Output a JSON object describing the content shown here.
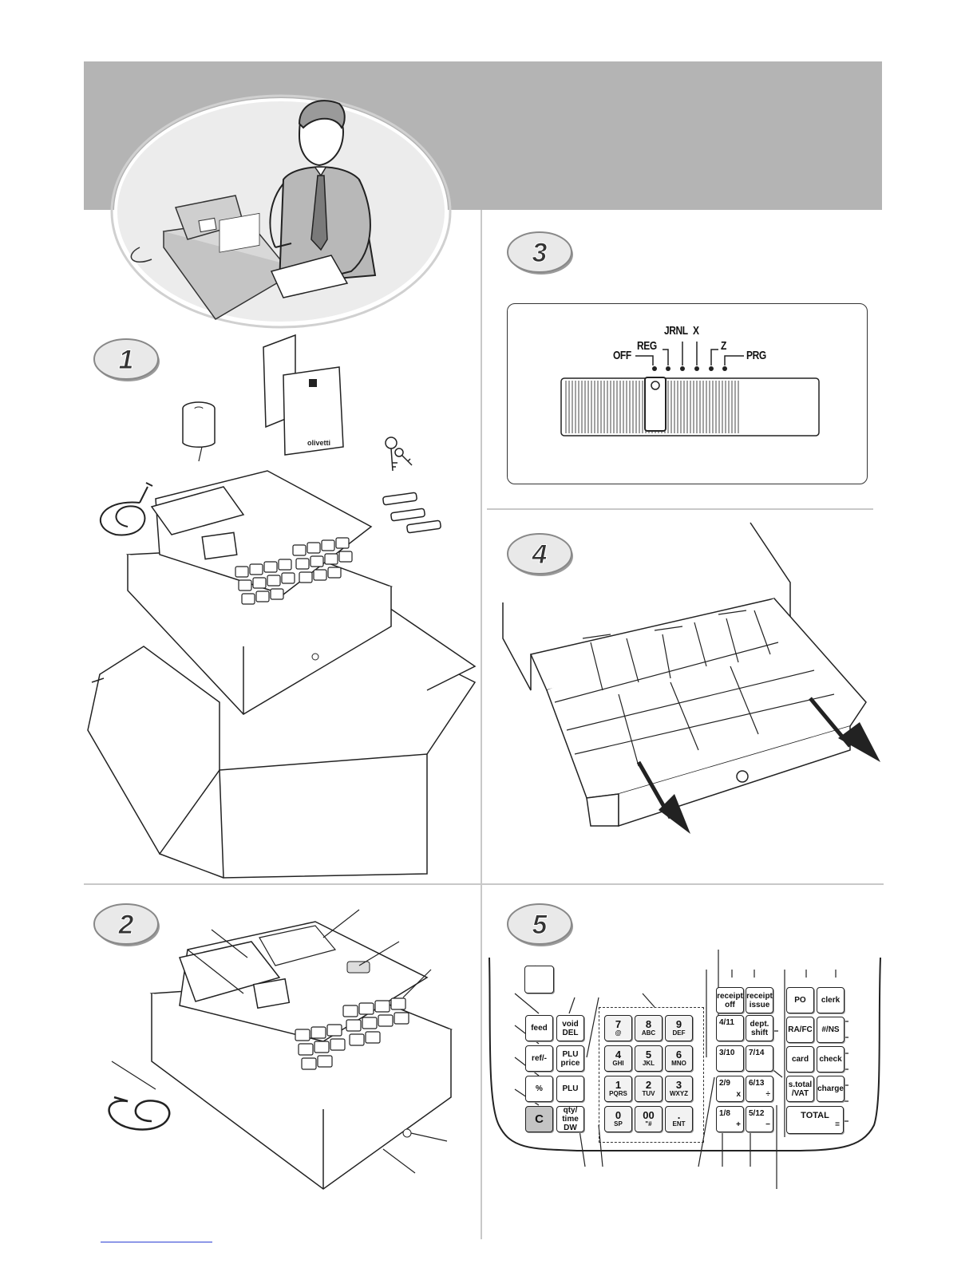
{
  "steps": [
    "1",
    "2",
    "3",
    "4",
    "5"
  ],
  "illustration_text": {
    "brand": "olivetti"
  },
  "mode_switch": {
    "positions": [
      "OFF",
      "REG",
      "JRNL",
      "X",
      "Z",
      "PRG"
    ]
  },
  "keyboard": {
    "left_keys": [
      {
        "id": "feed",
        "label": "feed",
        "sub": ""
      },
      {
        "id": "ref",
        "label": "ref/-",
        "sub": ""
      },
      {
        "id": "percent",
        "label": "%",
        "sub": ""
      },
      {
        "id": "clear",
        "label": "C",
        "sub": ""
      }
    ],
    "col2_keys": [
      {
        "id": "void",
        "label": "void",
        "sub": "DEL"
      },
      {
        "id": "plu-price",
        "label": "PLU",
        "sub": "price"
      },
      {
        "id": "plu",
        "label": "PLU",
        "sub": ""
      },
      {
        "id": "qty",
        "label": "qty/ time",
        "sub": "DW"
      }
    ],
    "numpad": [
      {
        "label": "7",
        "sub": "@"
      },
      {
        "label": "8",
        "sub": "ABC"
      },
      {
        "label": "9",
        "sub": "DEF"
      },
      {
        "label": "4",
        "sub": "GHI"
      },
      {
        "label": "5",
        "sub": "JKL"
      },
      {
        "label": "6",
        "sub": "MNO"
      },
      {
        "label": "1",
        "sub": "PQRS"
      },
      {
        "label": "2",
        "sub": "TUV"
      },
      {
        "label": "3",
        "sub": "WXYZ"
      },
      {
        "label": "0",
        "sub": "SP"
      },
      {
        "label": "00",
        "sub": "\"#"
      },
      {
        "label": ".",
        "sub": "ENT"
      }
    ],
    "dept_keys": [
      {
        "label": "receipt",
        "sub": "off"
      },
      {
        "label": "receipt",
        "sub": "issue"
      },
      {
        "label": "4/11",
        "sub": ""
      },
      {
        "label": "dept.",
        "sub": "shift"
      },
      {
        "label": "3/10",
        "sub": ""
      },
      {
        "label": "7/14",
        "sub": ""
      },
      {
        "label": "2/9",
        "sub": "x"
      },
      {
        "label": "6/13",
        "sub": "÷"
      },
      {
        "label": "1/8",
        "sub": "+"
      },
      {
        "label": "5/12",
        "sub": "−"
      }
    ],
    "right_keys": [
      {
        "label": "PO",
        "sub": ""
      },
      {
        "label": "clerk",
        "sub": ""
      },
      {
        "label": "RA/FC",
        "sub": ""
      },
      {
        "label": "#/NS",
        "sub": ""
      },
      {
        "label": "card",
        "sub": ""
      },
      {
        "label": "check",
        "sub": ""
      },
      {
        "label": "s.total /VAT",
        "sub": ""
      },
      {
        "label": "charge",
        "sub": ""
      }
    ],
    "total_key": {
      "label": "TOTAL",
      "sub": "="
    }
  }
}
